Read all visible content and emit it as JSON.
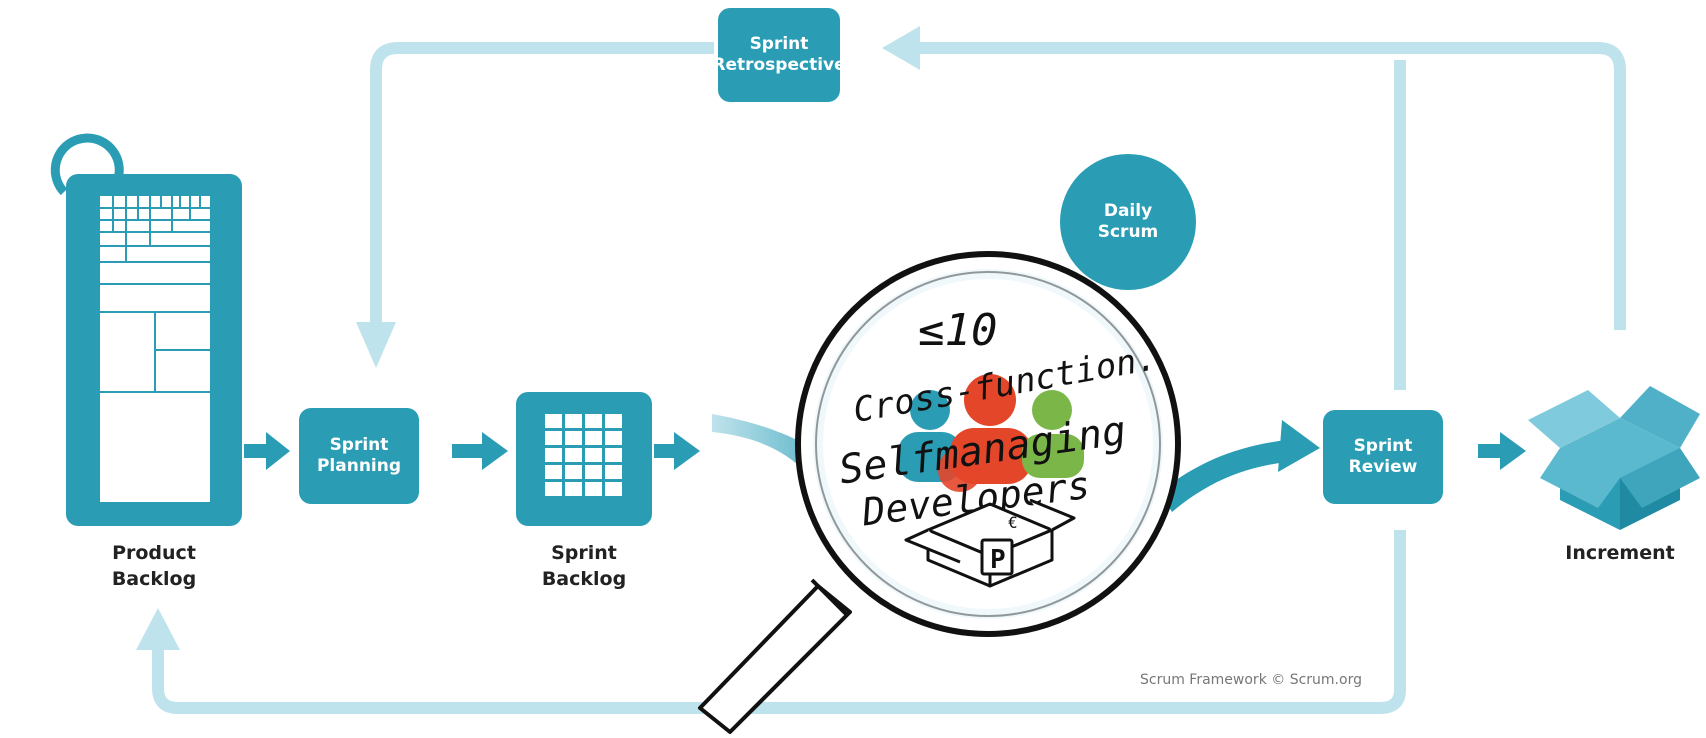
{
  "colors": {
    "primary": "#2a9db5",
    "light": "#bfe3ec",
    "dark_text": "#222222"
  },
  "events": {
    "retrospective": [
      "Sprint",
      "Retrospective"
    ],
    "planning": [
      "Sprint",
      "Planning"
    ],
    "daily": [
      "Daily",
      "Scrum"
    ],
    "review": [
      "Sprint",
      "Review"
    ]
  },
  "artifacts": {
    "product_backlog": [
      "Product",
      "Backlog"
    ],
    "sprint_backlog": [
      "Sprint",
      "Backlog"
    ],
    "increment": "Increment"
  },
  "lens": {
    "line1": "≤10",
    "line2": "Cross-function.",
    "line3": "Selfmanaging",
    "line4": "Developers",
    "box_letter": "P",
    "coin_symbol": "€"
  },
  "icons": [
    "refresh-icon",
    "product-backlog-icon",
    "sprint-backlog-icon",
    "magnifier-icon",
    "people-icon",
    "box-icon",
    "increment-box-icon"
  ],
  "credit": "Scrum Framework © Scrum.org"
}
